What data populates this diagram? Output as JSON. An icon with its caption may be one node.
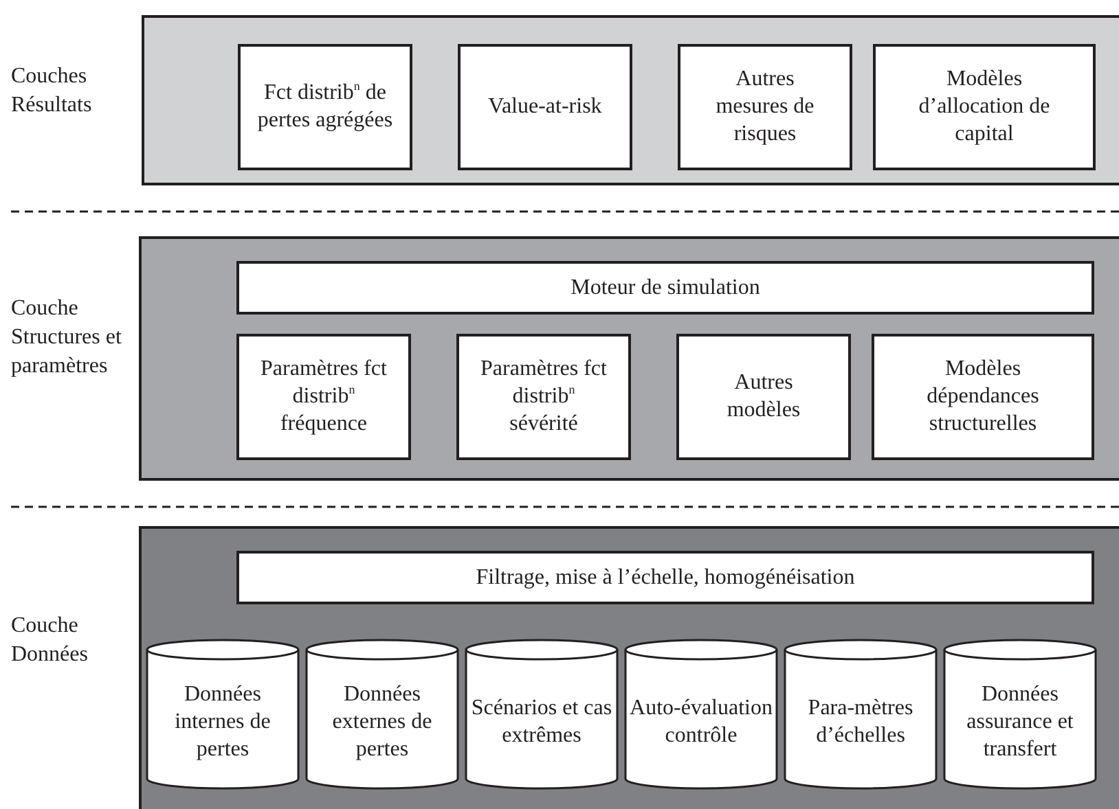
{
  "diagram": {
    "nodes": [
      {
        "text": [
          "Couches Résultats"
        ]
      },
      {
        "text": [
          "Fct distrib$^{n}$ de pertes agrégées"
        ],
        "in": 0
      },
      {
        "text": [
          "Value-at-risk"
        ],
        "in": 0
      },
      {
        "text": [
          "Autres mesures de risques"
        ],
        "in": 0
      },
      {
        "text": [
          "Modèles d’allocation de capital"
        ],
        "in": 0
      },
      {
        "text": [
          "Couche Structures et paramètres"
        ]
      },
      {
        "text": [
          "Moteur de simulation"
        ],
        "in": 5
      },
      {
        "text": [
          "Paramètres fct distrib$^{n}$ fréquence"
        ],
        "in": 5
      },
      {
        "text": [
          "Paramètres fct distrib$^{n}$ sévérité"
        ],
        "in": 5
      },
      {
        "text": [
          "Autres modèles"
        ],
        "in": 5
      },
      {
        "text": [
          "Modèles dépendances structurelles"
        ],
        "in": 5
      },
      {
        "text": [
          "Couche Données"
        ]
      },
      {
        "text": [
          "Filtrage, mise à l’échelle, homogénéisation"
        ],
        "in": 11
      },
      {
        "text": [
          "Données internes de pertes"
        ],
        "in": 11
      },
      {
        "text": [
          "Données externes de pertes"
        ],
        "in": 11
      },
      {
        "text": [
          "Scénarios et cas extrêmes"
        ],
        "in": 11
      },
      {
        "text": [
          "Auto-évaluation contrôle"
        ],
        "in": 11
      },
      {
        "text": [
          "Para-mètres d’échelles"
        ],
        "in": 11
      },
      {
        "text": [
          "Données assurance et transfert"
        ],
        "in": 11
      }
    ]
  }
}
